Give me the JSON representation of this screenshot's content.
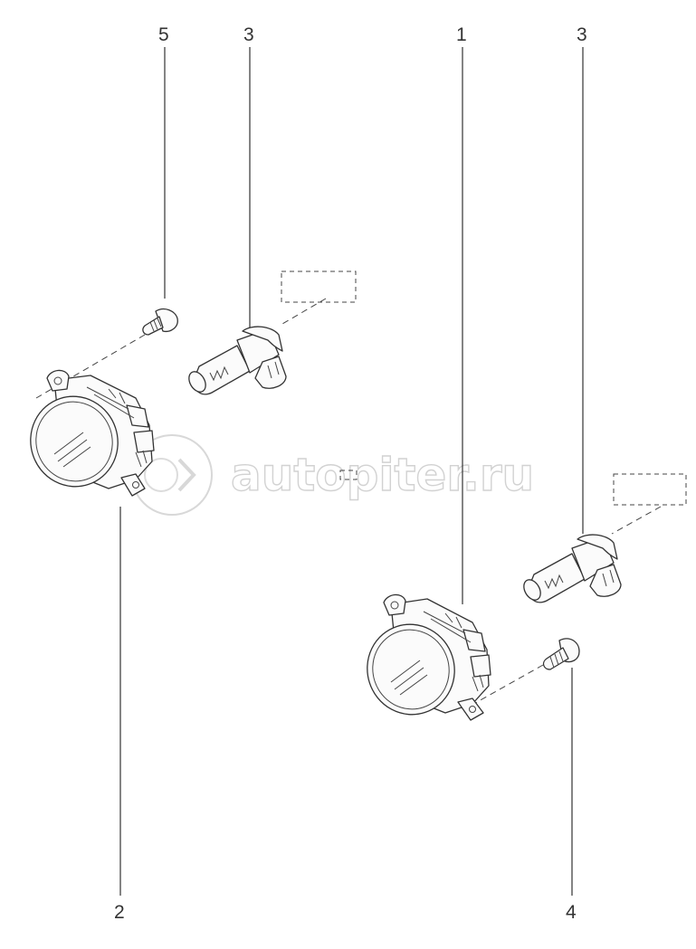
{
  "callouts": {
    "c1": "1",
    "c2": "2",
    "c3a": "3",
    "c3b": "3",
    "c4": "4",
    "c5": "5"
  },
  "watermark": {
    "text": "autopiter.ru"
  }
}
